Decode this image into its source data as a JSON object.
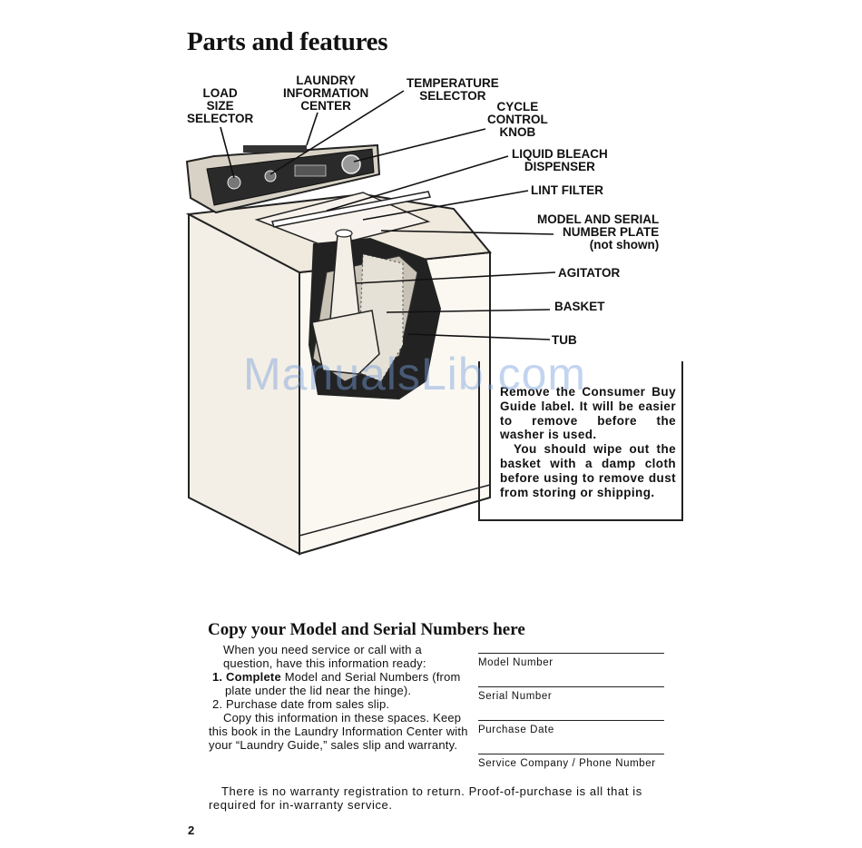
{
  "page": {
    "title": "Parts and features",
    "page_number": "2",
    "watermark": "ManualsLib.com"
  },
  "labels": {
    "load_size": "LOAD\nSIZE\nSELECTOR",
    "laundry_info": "LAUNDRY\nINFORMATION\nCENTER",
    "temperature": "TEMPERATURE\nSELECTOR",
    "cycle": "CYCLE\nCONTROL\nKNOB",
    "bleach": "LIQUID BLEACH\nDISPENSER",
    "lint": "LINT FILTER",
    "model_plate": "MODEL AND SERIAL\nNUMBER PLATE\n(not shown)",
    "agitator": "AGITATOR",
    "basket": "BASKET",
    "tub": "TUB"
  },
  "note": {
    "para1": "Remove the Consumer Buy Guide label. It will be easier to remove before the washer is used.",
    "para2": "You should wipe out the basket with a damp cloth before using to remove dust from storing or shipping."
  },
  "copy_section": {
    "heading": "Copy your Model and Serial Numbers here",
    "intro": "When you need service or call with a question, have this information ready:",
    "step1_prefix": "1. Complete",
    "step1_rest": " Model and Serial Numbers (from plate under the lid near the hinge).",
    "step2": "2. Purchase date from sales slip.",
    "outro": "Copy this information in these spaces. Keep this book in the Laundry Information Center with your “Laundry Guide,” sales slip and warranty.",
    "fields": [
      "Model Number",
      "Serial Number",
      "Purchase Date",
      "Service Company / Phone Number"
    ]
  },
  "footer": {
    "warranty": "There is no warranty registration to return. Proof-of-purchase is all that is required for in-warranty service."
  }
}
